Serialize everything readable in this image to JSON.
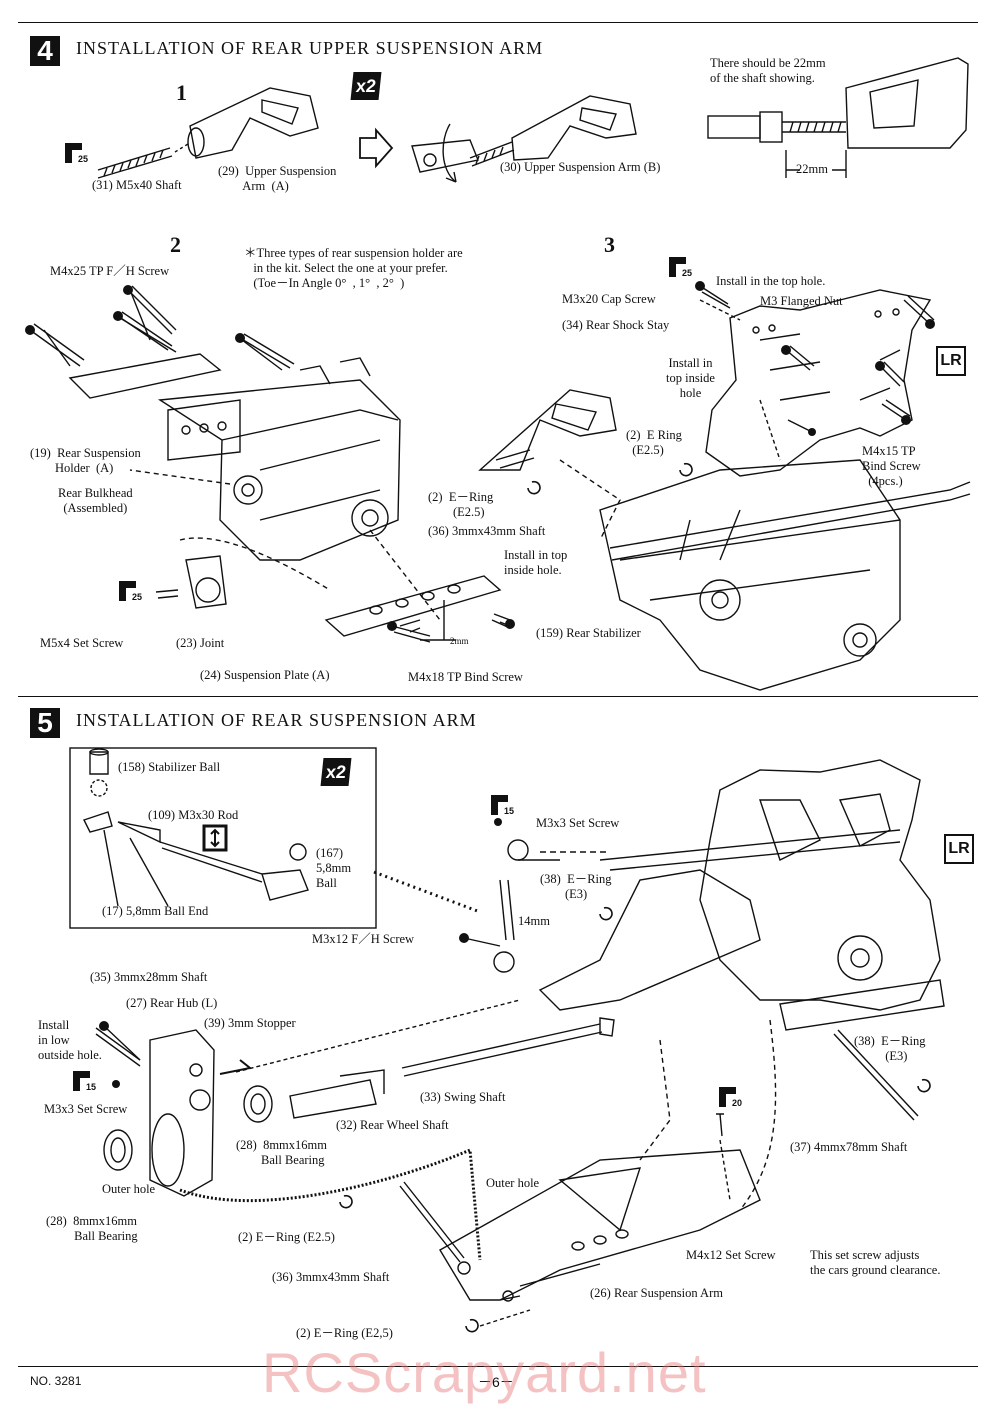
{
  "step4": {
    "number": "4",
    "title": "INSTALLATION OF REAR UPPER SUSPENSION ARM",
    "sub1": "1",
    "sub2": "2",
    "sub3": "3",
    "multiplier": "x2",
    "tool_size": "25",
    "note_shaft": "There should be 22mm\nof the shaft showing.",
    "dim_22": "22mm",
    "labels": {
      "m5x40": "(31)  M5x40 Shaft",
      "upper_arm_a": "(29)  Upper Suspension\n        Arm  (A)",
      "upper_arm_b": "(30)  Upper Suspension Arm  (B)",
      "types_note": "＊Three types of rear suspension holder are\n   in the kit. Select the one at your prefer.\n   (Toe－In Angle 0°  , 1°  , 2°  )",
      "m4x25": "M4x25 TP F／H Screw",
      "holder": "(19)  Rear Suspension\n        Holder  (A)",
      "bulkhead": "Rear Bulkhead\n(Assembled)",
      "m5x4": "M5x4 Set Screw",
      "joint": "(23)  Joint",
      "plate": "(24)  Suspension Plate  (A)",
      "m4x18": "M4x18 TP Bind Screw",
      "mm2": "2mm",
      "shaft43": "(36)  3mmx43mm Shaft",
      "ering_25a": "(2)  E－Ring\n        (E2.5)",
      "top_hole": "Install in the top hole.",
      "m3x20": "M3x20 Cap Screw",
      "m3nut": "M3 Flanged Nut",
      "shock_stay": "(34)  Rear Shock Stay",
      "top_inside": "Install in\ntop inside\nhole",
      "ering_25b": "(2)  E Ring\n  (E2.5)",
      "m4x15": "M4x15 TP\nBind Screw\n  (4pcs.)",
      "top_inside2": "Install in top\ninside hole.",
      "stabilizer": "(159)  Rear Stabilizer",
      "lr": "LR"
    }
  },
  "step5": {
    "number": "5",
    "title": "INSTALLATION OF REAR SUSPENSION ARM",
    "multiplier": "x2",
    "labels": {
      "stab_ball": "(158)  Stabilizer  Ball",
      "rod": "(109)  M3x30 Rod",
      "ball58": "(167)\n5,8mm\nBall",
      "ball_end": "(17)  5,8mm Ball End",
      "m3x3_top": "M3x3 Set Screw",
      "ering_e3a": "(38)  E－Ring\n        (E3)",
      "mm14": "14mm",
      "m3x12": "M3x12 F／H Screw",
      "shaft28": "(35)  3mmx28mm Shaft",
      "hub": "(27)  Rear Hub  (L)",
      "stopper": "(39)  3mm Stopper",
      "low_outside": "Install\nin low\noutside hole.",
      "m3x3_left": "M3x3 Set Screw",
      "swing": "(33)  Swing Shaft",
      "wheel_shaft": "(32)  Rear Wheel Shaft",
      "bearing_a": "(28)  8mmx16mm\n        Ball Bearing",
      "outer_hole_a": "Outer hole",
      "bearing_b": "(28)  8mmx16mm\n         Ball Bearing",
      "ering_25": "(2)  E－Ring  (E2.5)",
      "shaft43": "(36)  3mmx43mm Shaft",
      "outer_hole_b": "Outer hole",
      "ering_e3b": "(38)  E－Ring\n          (E3)",
      "shaft78": "(37)  4mmx78mm Shaft",
      "m4x12": "M4x12 Set Screw",
      "clearance": "This set screw adjusts\nthe cars ground clearance.",
      "susp_arm": "(26)  Rear Suspension Arm",
      "ering_bottom": "(2)  E－Ring  (E2,5)",
      "tool_15": "15",
      "tool_20": "20",
      "lr": "LR"
    }
  },
  "footer": {
    "doc_no": "NO. 3281",
    "page": "－6－",
    "watermark": "RCScrapyard.net"
  }
}
